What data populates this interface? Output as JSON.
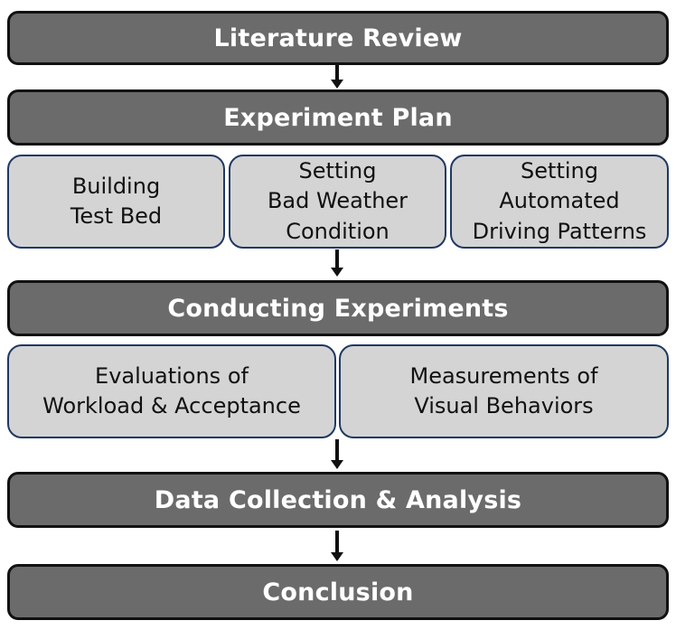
{
  "stages": {
    "literature_review": "Literature Review",
    "experiment_plan": "Experiment Plan",
    "conducting_experiments": "Conducting Experiments",
    "data_collection": "Data Collection & Analysis",
    "conclusion": "Conclusion"
  },
  "plan_steps": [
    "Building\nTest Bed",
    "Setting\nBad Weather\nCondition",
    "Setting\nAutomated\nDriving Patterns"
  ],
  "experiment_steps": [
    "Evaluations of\nWorkload & Acceptance",
    "Measurements of\nVisual Behaviors"
  ],
  "colors": {
    "stage_fill": "#6b6b6b",
    "sub_fill": "#d4d4d4",
    "sub_border": "#1f3864"
  }
}
